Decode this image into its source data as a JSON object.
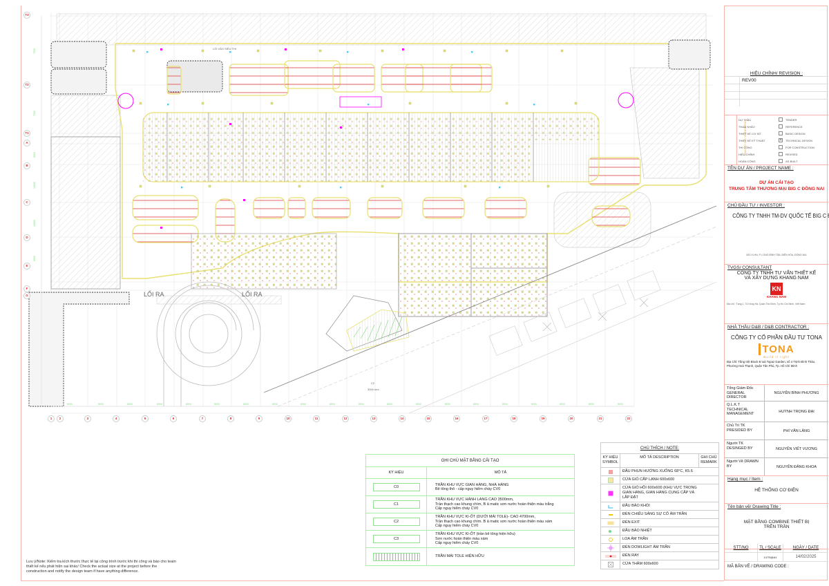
{
  "title_block": {
    "revision_header": "HIỆU CHỈNH/ REVISION :",
    "revisions": [
      "REV00",
      "",
      "",
      ""
    ],
    "stage_side_label": "LOẠI HỒ SƠ / ISSUED FOR",
    "stages": [
      {
        "vn": "DỰ THẦU",
        "en": "TENDER",
        "checked": false
      },
      {
        "vn": "THAM KHẢO",
        "en": "REFERENCE",
        "checked": false
      },
      {
        "vn": "THIẾT KẾ CƠ SỞ",
        "en": "BASIC DESIGN",
        "checked": false
      },
      {
        "vn": "THIẾT KẾ KỸ THUẬT",
        "en": "TECHNICAL DESIGN",
        "checked": true
      },
      {
        "vn": "THI CÔNG",
        "en": "FOR CONSTRUCTION",
        "checked": false
      },
      {
        "vn": "HIỆU CHỈNH",
        "en": "REVISED",
        "checked": false
      },
      {
        "vn": "HOÀN CÔNG",
        "en": "AS-BUILT",
        "checked": false
      }
    ],
    "project_header": "TÊN DỰ ÁN / PROJECT NAME :",
    "project_line1": "DỰ ÁN CẢI TẠO",
    "project_line2": "TRUNG TÂM THƯƠNG MẠI BIG C ĐỒNG NAI",
    "investor_header": "CHỦ ĐẦU TƯ / INVESTOR :",
    "investor_name": "CÔNG TY TNHH TM-DV QUỐC TẾ BIG C ĐỒNG NAI",
    "investor_address": "833 XLHN, P. LONG BÌNH TÂN, BIÊN HÒA, ĐỒNG NAI",
    "consultant_header": "TVGS/ CONSULTANT",
    "consultant_line1": "CÔNG TY TNHH TƯ VẤN THIẾT KẾ",
    "consultant_line2": "VÀ XÂY DỰNG KHANG NAM",
    "consultant_logo": "KN",
    "consultant_logo_text": "KHANG NAM",
    "consultant_address": "Địa chỉ : Tầng 1, 74 Hồng Hà, Quận Tân Bình, Tp Hồ Chí Minh, Việt Nam",
    "contractor_header": "NHÀ THẦU D&B / D&B CONTRACTOR :",
    "contractor_name": "CÔNG TY CỔ PHẦN ĐẦU TƯ TONA",
    "contractor_logo": "TONA",
    "contractor_tagline": "Build it right",
    "contractor_address": "Địa Chỉ: Tầng trệt Block B toà Topaz Garden, số 4 Trịnh Đình Thảo, Phường Hoà Thạnh, Quận Tân Phú, Tp. Hồ Chí Minh",
    "people": [
      {
        "role": "Tổng Giám Đốc GENERAL DIRECTOR",
        "name": "NGUYỄN BÌNH PHƯƠNG"
      },
      {
        "role": "Q.L.K.T TECHNICAL MANAGEMENT",
        "name": "HUỲNH TRỌNG ĐẠI"
      },
      {
        "role": "Chủ Trì TK PRESIDED BY",
        "name": "PHÍ VĂN LĂNG"
      },
      {
        "role": "Người TK DESINGED BY",
        "name": "NGUYỄN VIẾT VƯƠNG"
      },
      {
        "role": "Người Vẽ DRAWN BY",
        "name": "NGUYỄN ĐĂNG KHOA"
      }
    ],
    "item_header": "Hạng mục / Item :",
    "item_value": "HỆ THỐNG CƠ ĐIỆN",
    "drawing_title_header": "Tên bản vẽ/ Drawing Title :",
    "drawing_title_line1": "MẶT BẰNG COMBINE THIẾT BỊ",
    "drawing_title_line2": "TRÊN TRẦN",
    "col_stt": "STT/NO",
    "col_scale": "TL / SCALE",
    "col_date": "NGÀY / DATE",
    "val_stt": "",
    "val_scale": "1/275@A1",
    "val_date": "14/02/2025",
    "drawing_code_header": "MÃ BẢN VẼ / DRAWING CODE :"
  },
  "note_table": {
    "caption": "CHÚ THÍCH / NOTE:",
    "col_symbol": "KÝ HIỆU SYMBOL",
    "col_desc": "MÔ TẢ DESCRIPTION",
    "col_remark": "GHI CHÚ REMARK",
    "rows": [
      {
        "icon": "sprinkler-icon",
        "color": "#f08080",
        "desc": "ĐẦU PHUN HƯỚNG XUỐNG 68°C, K5.6"
      },
      {
        "icon": "supply-diffuser-icon",
        "color": "#f2dc8c",
        "desc": "CỬA GIÓ CẤP LẠNH 600x600"
      },
      {
        "icon": "return-grille-icon",
        "color": "#ff00ff",
        "desc": "CỬA GIÓ HỒI 600x600 (KHU VỰC TRONG GIAN HÀNG, GIAN HÀNG CUNG CẤP VÀ LẮP ĐẶT"
      },
      {
        "icon": "smoke-detector-icon",
        "color": "#4fc3f7",
        "desc": "ĐẦU BÁO KHÓI"
      },
      {
        "icon": "emergency-light-icon",
        "color": "#f5c400",
        "desc": "ĐÈN CHIẾU SÁNG SỰ CỐ ÂM TRẦN"
      },
      {
        "icon": "exit-sign-icon",
        "color": "#f5d76e",
        "desc": "ĐÈN EXIT"
      },
      {
        "icon": "heat-detector-icon",
        "color": "#6fdc8c",
        "desc": "ĐẦU BÁO NHIỆT"
      },
      {
        "icon": "speaker-icon",
        "color": "#f5c400",
        "desc": "LOA ÂM TRẦN"
      },
      {
        "icon": "downlight-icon",
        "color": "#e066ff",
        "desc": "ĐÈN DOWLIGHT ÂM TRẦN"
      },
      {
        "icon": "track-light-icon",
        "color": "#e02020",
        "desc": "ĐÈN RAY"
      },
      {
        "icon": "access-panel-icon",
        "color": "#777777",
        "desc": "CỬA THĂM 600x600"
      }
    ]
  },
  "ceiling_notes": {
    "caption": "GHI CHÚ MẶT BẰNG CẢI TẠO",
    "col_symbol": "KÝ HIỆU",
    "col_desc": "MÔ TẢ",
    "rows": [
      {
        "code": "C0",
        "lines": [
          "TRẦN KHU VỰC GIAN HÀNG, NHÀ HÀNG",
          "Bê tông thô - cấp nguy hiểm cháy CV0"
        ]
      },
      {
        "code": "C1",
        "lines": [
          "TRẦN KHU VỰC HÀNH LANG CAO 3500mm,",
          "Trần thạch cao khung chìm, B ả matic sơn nước hoàn thiện màu trắng",
          "Cấp nguy hiểm cháy CV0"
        ]
      },
      {
        "code": "C2",
        "lines": [
          "TRẦN KHU VỰC KI-ỐT (DƯỚI MÁI TOLE)- CAO 4700mm,",
          "Trần thạch cao khung chìm. B ả matic sơn nước hoàn thiện màu xám",
          "Cấp nguy hiểm cháy CV0"
        ]
      },
      {
        "code": "C3",
        "lines": [
          "TRẦN KHU VỰC KI-ỐT (trần bê tông hiện hữu)",
          "Sơn nước hoàn thiện màu xám",
          "Cấp nguy hiểm cháy CV0"
        ]
      },
      {
        "code": "",
        "lines": [
          "TRẦN MÁI TOLE HIỆN HỮU"
        ]
      }
    ]
  },
  "disclaimer": "Lưu ý/Note: Kiểm tra kích thước thực tế tại công trình trước khi thi công và báo cho team thiết kế nếu phát hiện sai khác/ Check the actual size at the project before the construction and notify the design team if have anything difference.",
  "drawing": {
    "grid_columns": [
      "1",
      "2",
      "3",
      "4",
      "5",
      "6",
      "7",
      "8",
      "9",
      "10",
      "11",
      "12",
      "13",
      "14",
      "15",
      "16",
      "17",
      "18",
      "19",
      "20",
      "21",
      "22"
    ],
    "grid_rows": [
      "T3",
      "T2",
      "T1",
      "A",
      "B",
      "C",
      "D",
      "E",
      "F",
      "G"
    ],
    "labels": {
      "exit_left": "LỐI RA",
      "exit_right": "LỐI RA",
      "entrance": "LỐI VÀO SIÊU THỊ",
      "c2_note": "C2",
      "c2_height": "3000 mm"
    }
  },
  "colors": {
    "frame": "#f3b3a8",
    "corridor_outline": "#e8e070",
    "track_light": "#e04040",
    "return_grille": "#ff00ff",
    "supply": "#f2dc8c",
    "smoke": "#4fc3f7",
    "dimension_green": "#7cd87c",
    "grid_bubble_red": "#e02020"
  }
}
